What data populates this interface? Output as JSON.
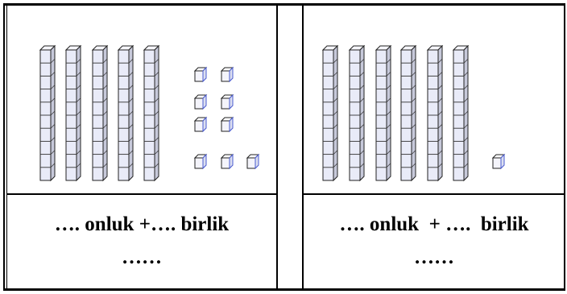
{
  "worksheet": {
    "left_panel": {
      "tens_rods": 5,
      "ones_cubes": 9,
      "caption_line1": "…. onluk +…. birlik",
      "caption_line2": "……"
    },
    "right_panel": {
      "tens_rods": 6,
      "ones_cubes": 1,
      "caption_line1": "…. onluk  + ….  birlik",
      "caption_line2": "……"
    }
  }
}
